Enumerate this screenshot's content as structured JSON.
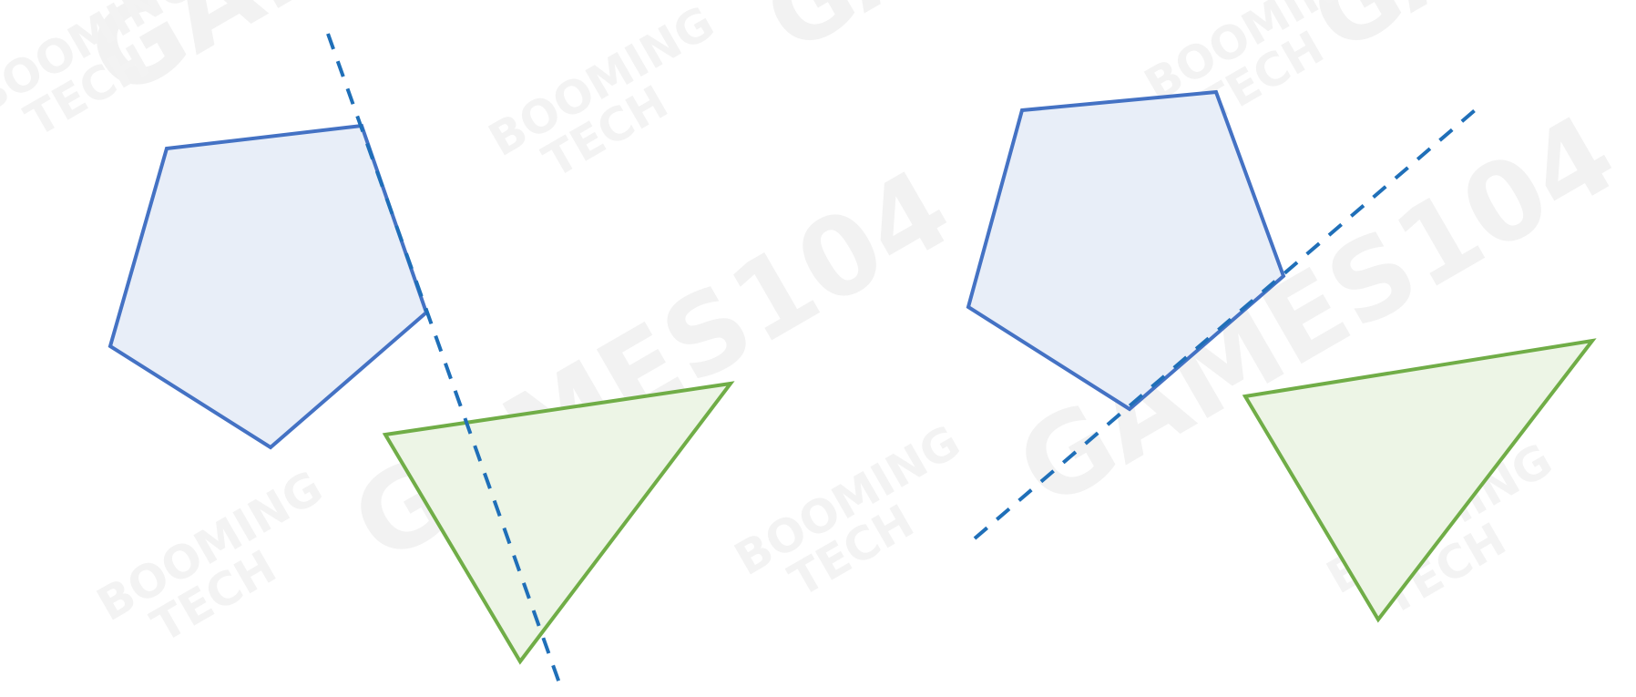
{
  "watermark": {
    "large_text": "GAMES104",
    "small_line1": "BOOMING",
    "small_line2": "TECH",
    "color": "#f2f2f2"
  },
  "colors": {
    "polygon_stroke": "#4472c4",
    "polygon_fill": "#e8eef8",
    "triangle_stroke": "#70ad47",
    "triangle_fill": "#edf5e6",
    "separating_line": "#1f6fb8"
  },
  "panels": [
    {
      "id": "left",
      "description_state": "overlapping",
      "shapes": [
        "pentagon",
        "triangle",
        "dashed-axis"
      ]
    },
    {
      "id": "right",
      "description_state": "separated",
      "shapes": [
        "pentagon",
        "triangle",
        "dashed-separating-line"
      ]
    }
  ]
}
